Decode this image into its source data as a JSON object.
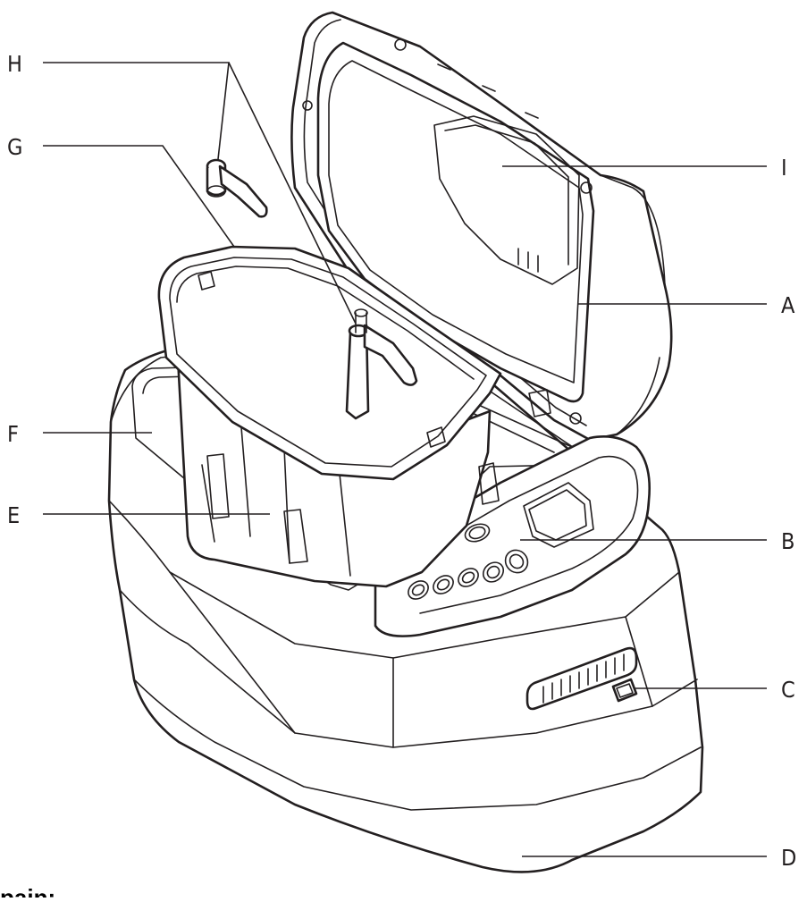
{
  "labels": {
    "A": "A",
    "B": "B",
    "C": "C",
    "D": "D",
    "E": "E",
    "F": "F",
    "G": "G",
    "H": "H",
    "I": "I"
  },
  "caption": "pain:",
  "colors": {
    "ink": "#231f20",
    "background": "#ffffff"
  }
}
